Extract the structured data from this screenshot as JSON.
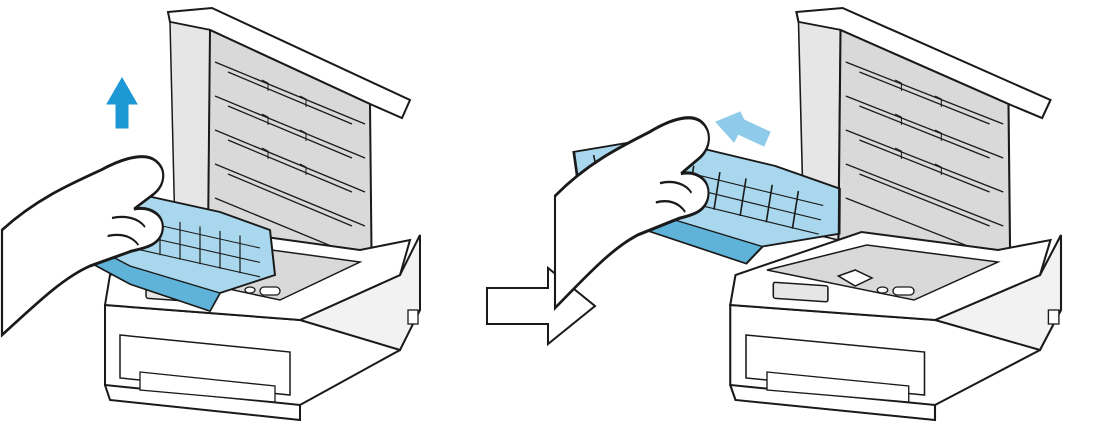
{
  "figure": {
    "steps": [
      {
        "id": "step-1",
        "action": "lift-up",
        "description": ""
      },
      {
        "id": "step-2",
        "action": "pull-out-diagonal",
        "description": ""
      }
    ],
    "colors": {
      "line": "#1a1a1a",
      "body": "#ffffff",
      "shade": "#e6e6e6",
      "interior": "#d9d9d9",
      "unit": "#a9d8ee",
      "unit_dark": "#5fb3d9",
      "arrow_blue": "#1e98d4",
      "arrow_light": "#8ecbea"
    },
    "icons": [
      "printer-icon",
      "drum-unit-icon",
      "hand-icon",
      "lift-arrow-icon",
      "next-step-arrow-icon"
    ]
  }
}
